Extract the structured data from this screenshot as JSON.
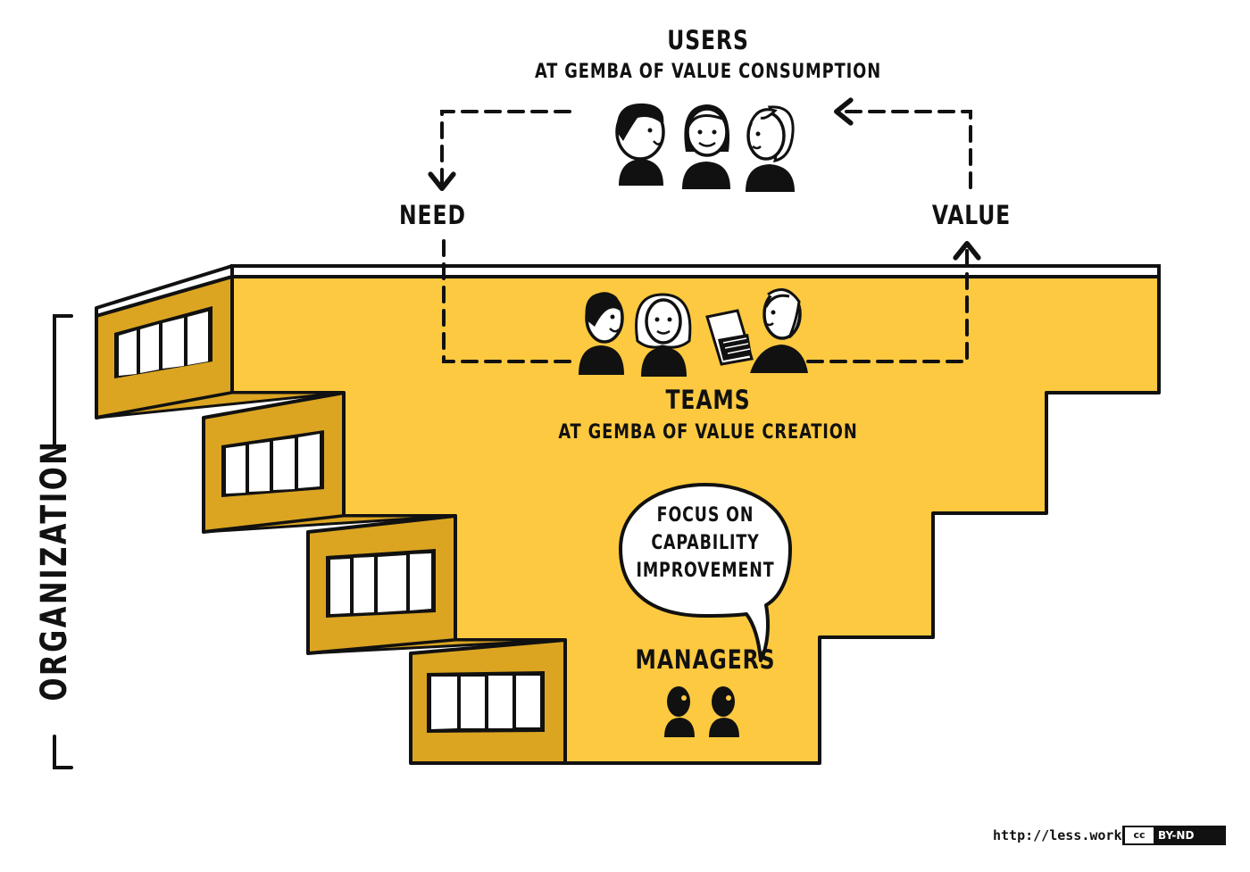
{
  "users": {
    "title": "USERS",
    "subtitle": "AT GEMBA OF VALUE CONSUMPTION"
  },
  "flow": {
    "need_label": "NEED",
    "value_label": "VALUE"
  },
  "teams": {
    "title": "TEAMS",
    "subtitle": "AT GEMBA OF VALUE CREATION"
  },
  "bubble": {
    "text": "FOCUS ON\nCAPABILITY\nIMPROVEMENT"
  },
  "managers": {
    "label": "MANAGERS"
  },
  "organization": {
    "label": "ORGANIZATION"
  },
  "footer": {
    "url": "http://less.works",
    "license_icon": "cc",
    "license": "BY-ND"
  },
  "colors": {
    "building": "#fcc940",
    "building_side": "#dba522",
    "ink": "#111111",
    "paper": "#ffffff"
  }
}
